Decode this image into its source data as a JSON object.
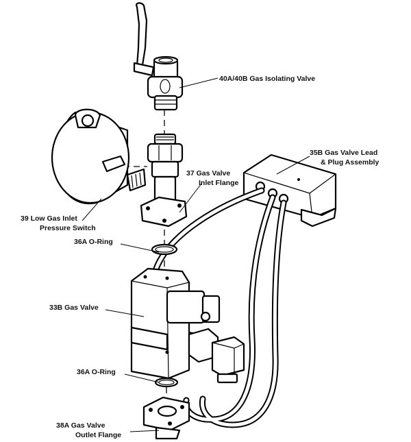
{
  "labels": {
    "isolating_valve": "40A/40B  Gas Isolating Valve",
    "valve_lead_line1": "35B  Gas Valve Lead",
    "valve_lead_line2": "& Plug Assembly",
    "inlet_flange_line1": "37  Gas Valve",
    "inlet_flange_line2": "Inlet Flange",
    "pressure_switch_line1": "39  Low Gas Inlet",
    "pressure_switch_line2": "Pressure Switch",
    "oring_upper": "36A  O-Ring",
    "gas_valve": "33B Gas Valve",
    "oring_lower": "36A  O-Ring",
    "outlet_flange_line1": "38A  Gas Valve",
    "outlet_flange_line2": "Outlet Flange"
  },
  "colors": {
    "ink": "#000000",
    "paper": "#ffffff"
  }
}
